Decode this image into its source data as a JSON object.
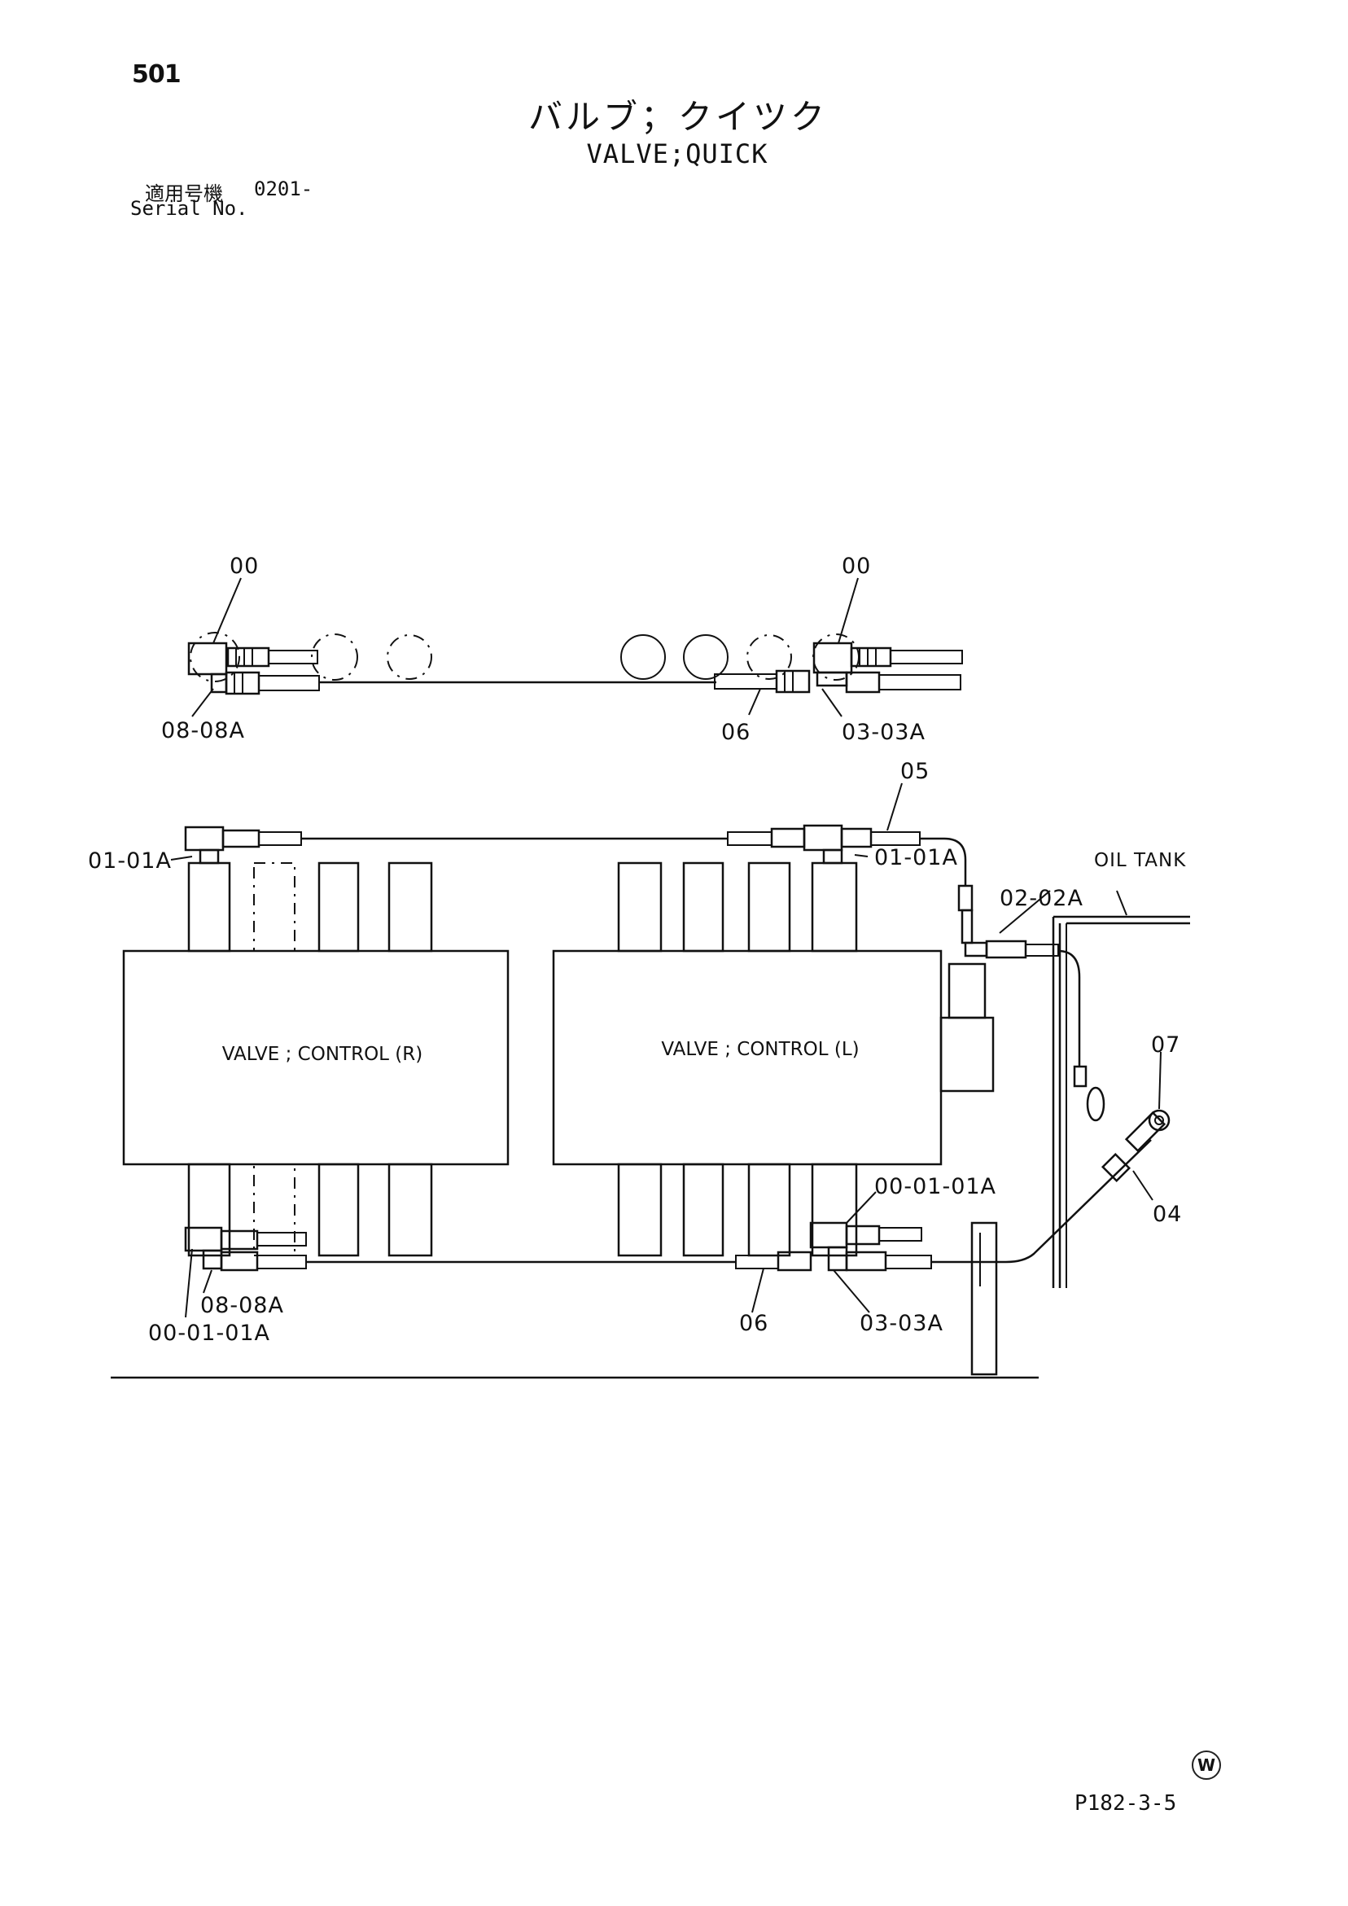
{
  "page_number": "501",
  "title_jp": "バルブ；クイツク",
  "title_en": "VALVE;QUICK",
  "serial_label_jp": "適用号機",
  "serial_value": "0201-",
  "serial_label_en": "Serial No.",
  "valve_right_label": "VALVE ; CONTROL (R)",
  "valve_left_label": "VALVE ; CONTROL (L)",
  "oil_tank_label": "OIL TANK",
  "callouts": {
    "top_00_left": "00",
    "top_00_right": "00",
    "top_08": "08-08A",
    "top_06": "06",
    "top_03": "03-03A",
    "c05": "05",
    "c01_left": "01-01A",
    "c01_right": "01-01A",
    "c02": "02-02A",
    "c07": "07",
    "c04": "04",
    "c00_01_right": "00-01-01A",
    "bot_08": "08-08A",
    "bot_00_01": "00-01-01A",
    "bot_06": "06",
    "bot_03": "03-03A"
  },
  "water_mark": "W",
  "drawing_code": "P182-3-5"
}
